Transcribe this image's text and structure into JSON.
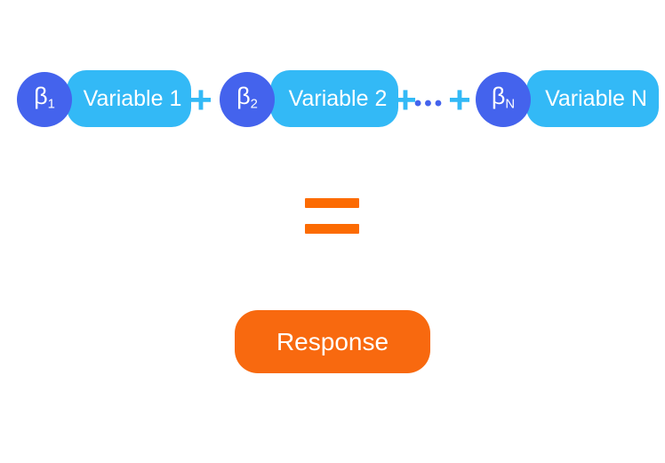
{
  "diagram": {
    "type": "equation-diagram",
    "description": "Linear regression schematic: sum of coefficient-weighted variables equals response",
    "equation": {
      "terms": [
        {
          "coef_base": "β",
          "coef_sub": "1",
          "label": "Variable 1"
        },
        {
          "coef_base": "β",
          "coef_sub": "2",
          "label": "Variable 2"
        },
        {
          "coef_base": "β",
          "coef_sub": "N",
          "label": "Variable N"
        }
      ],
      "plus": "+",
      "ellipsis": "•••",
      "equals_icon": "equals-icon",
      "response_label": "Response"
    },
    "colors": {
      "coefficient_circle_blue": "#4463ED",
      "variable_pill_sky_blue": "#33B9F6",
      "plus_sign_sky_blue": "#33B9F6",
      "ellipsis_royal_blue": "#4463ED",
      "equals_orange": "#FC6B02",
      "response_pill_orange": "#F8690F",
      "text_white": "#FFFFFF",
      "background": "#FFFFFF"
    }
  }
}
